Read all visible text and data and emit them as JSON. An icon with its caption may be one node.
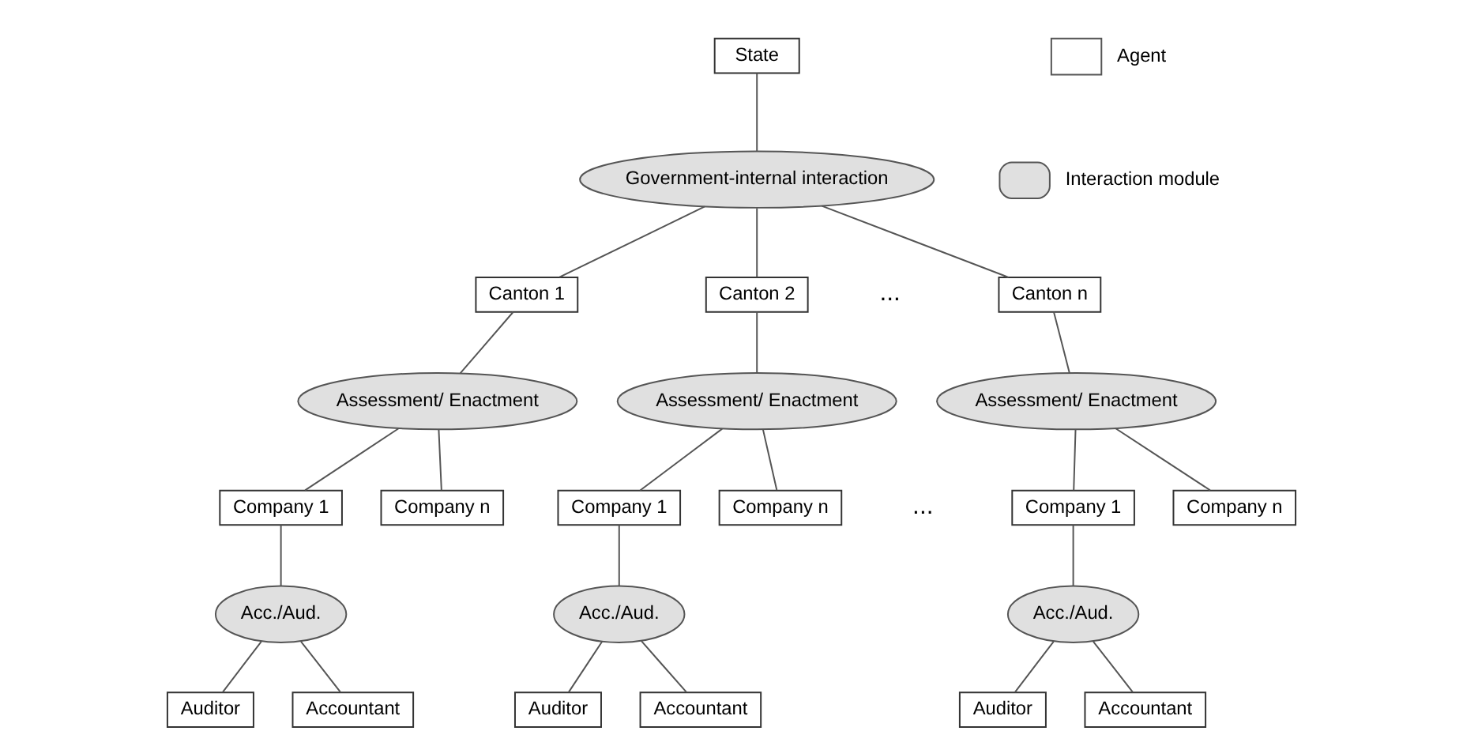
{
  "diagram": {
    "nodes": [
      {
        "text": [
          "State"
        ]
      },
      {
        "text": [
          "Government-internal interaction"
        ]
      },
      {
        "text": [
          "Canton 1"
        ]
      },
      {
        "text": [
          "Canton 2"
        ]
      },
      {
        "text": [
          "Canton n"
        ]
      },
      {
        "text": [
          "Assessment/ Enactment"
        ]
      },
      {
        "text": [
          "Assessment/ Enactment"
        ]
      },
      {
        "text": [
          "Assessment/ Enactment"
        ]
      },
      {
        "text": [
          "Company 1"
        ]
      },
      {
        "text": [
          "Company n"
        ]
      },
      {
        "text": [
          "Company 1"
        ]
      },
      {
        "text": [
          "Company n"
        ]
      },
      {
        "text": [
          "Company 1"
        ]
      },
      {
        "text": [
          "Company n"
        ]
      },
      {
        "text": [
          "Acc./Aud."
        ]
      },
      {
        "text": [
          "Acc./Aud."
        ]
      },
      {
        "text": [
          "Acc./Aud."
        ]
      },
      {
        "text": [
          "Auditor"
        ]
      },
      {
        "text": [
          "Accountant"
        ]
      },
      {
        "text": [
          "Auditor"
        ]
      },
      {
        "text": [
          "Accountant"
        ]
      },
      {
        "text": [
          "Auditor"
        ]
      },
      {
        "text": [
          "Accountant"
        ]
      }
    ],
    "edges": [
      {
        "from": 0,
        "to": 1,
        "arrow": "none"
      },
      {
        "from": 1,
        "to": 2,
        "arrow": "none"
      },
      {
        "from": 1,
        "to": 3,
        "arrow": "none"
      },
      {
        "from": 1,
        "to": 4,
        "arrow": "none"
      },
      {
        "from": 2,
        "to": 5,
        "arrow": "none"
      },
      {
        "from": 3,
        "to": 6,
        "arrow": "none"
      },
      {
        "from": 4,
        "to": 7,
        "arrow": "none"
      },
      {
        "from": 5,
        "to": 8,
        "arrow": "none"
      },
      {
        "from": 5,
        "to": 9,
        "arrow": "none"
      },
      {
        "from": 6,
        "to": 10,
        "arrow": "none"
      },
      {
        "from": 6,
        "to": 11,
        "arrow": "none"
      },
      {
        "from": 7,
        "to": 12,
        "arrow": "none"
      },
      {
        "from": 7,
        "to": 13,
        "arrow": "none"
      },
      {
        "from": 8,
        "to": 14,
        "arrow": "none"
      },
      {
        "from": 10,
        "to": 15,
        "arrow": "none"
      },
      {
        "from": 12,
        "to": 16,
        "arrow": "none"
      },
      {
        "from": 14,
        "to": 17,
        "arrow": "none"
      },
      {
        "from": 14,
        "to": 18,
        "arrow": "none"
      },
      {
        "from": 15,
        "to": 19,
        "arrow": "none"
      },
      {
        "from": 15,
        "to": 20,
        "arrow": "none"
      },
      {
        "from": 16,
        "to": 21,
        "arrow": "none"
      },
      {
        "from": 16,
        "to": 22,
        "arrow": "none"
      }
    ],
    "labels": [
      "...",
      "..."
    ],
    "legend": [
      {
        "text": "Agent"
      },
      {
        "text": "Interaction module"
      }
    ]
  }
}
